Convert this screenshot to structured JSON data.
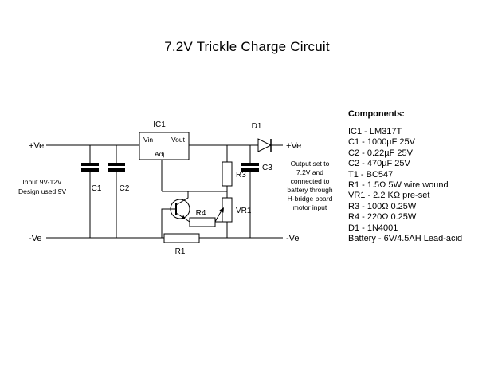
{
  "title": "7.2V Trickle Charge Circuit",
  "colors": {
    "ink": "#000000",
    "background": "#ffffff"
  },
  "schematic": {
    "rails": {
      "top_left_label": "+Ve",
      "top_right_label": "+Ve",
      "bottom_left_label": "-Ve",
      "bottom_right_label": "-Ve"
    },
    "ic": {
      "name": "IC1",
      "pin_vin": "Vin",
      "pin_vout": "Vout",
      "pin_adj": "Adj"
    },
    "labels": {
      "c1": "C1",
      "c2": "C2",
      "c3": "C3",
      "r1": "R1",
      "r3": "R3",
      "r4": "R4",
      "vr1": "VR1",
      "d1": "D1"
    },
    "input_note": [
      "Input 9V-12V",
      "Design used 9V"
    ],
    "output_note": [
      "Output set to",
      "7.2V and",
      "connected to",
      "battery through",
      "H-bridge board",
      "motor input"
    ]
  },
  "components": {
    "heading": "Components:",
    "items": [
      "IC1 - LM317T",
      "C1 - 1000µF 25V",
      "C2 - 0.22µF 25V",
      "C2 - 470µF 25V",
      "T1 - BC547",
      "R1 - 1.5Ω 5W wire wound",
      "VR1 - 2.2 KΩ pre-set",
      "R3 - 100Ω 0.25W",
      "R4 - 220Ω 0.25W",
      "D1 - 1N4001",
      "Battery - 6V/4.5AH Lead-acid"
    ]
  }
}
